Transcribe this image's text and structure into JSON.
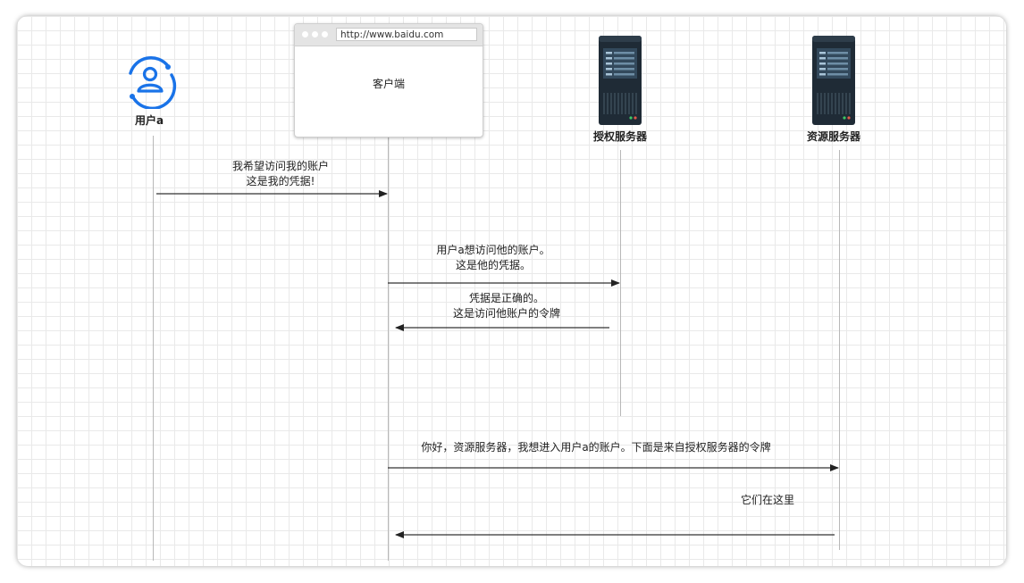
{
  "actors": {
    "user": {
      "name": "用户a",
      "icon": "user-circle-icon",
      "color": "#1a73e8"
    },
    "client": {
      "name": "客户端",
      "url": "http://www.baidu.com"
    },
    "auth_server": {
      "name": "授权服务器",
      "icon": "server-icon"
    },
    "resource_server": {
      "name": "资源服务器",
      "icon": "server-icon"
    }
  },
  "messages": [
    {
      "from": "user",
      "to": "client",
      "lines": [
        "我希望访问我的账户",
        "这是我的凭据!"
      ]
    },
    {
      "from": "client",
      "to": "auth_server",
      "lines": [
        "用户a想访问他的账户。",
        "这是他的凭据。"
      ]
    },
    {
      "from": "auth_server",
      "to": "client",
      "lines": [
        "凭据是正确的。",
        "这是访问他账户的令牌"
      ]
    },
    {
      "from": "client",
      "to": "resource_server",
      "lines": [
        "你好，资源服务器，我想进入用户a的账户。下面是来自授权服务器的令牌"
      ]
    },
    {
      "from": "resource_server",
      "to": "client",
      "lines": [
        "它们在这里"
      ]
    }
  ]
}
